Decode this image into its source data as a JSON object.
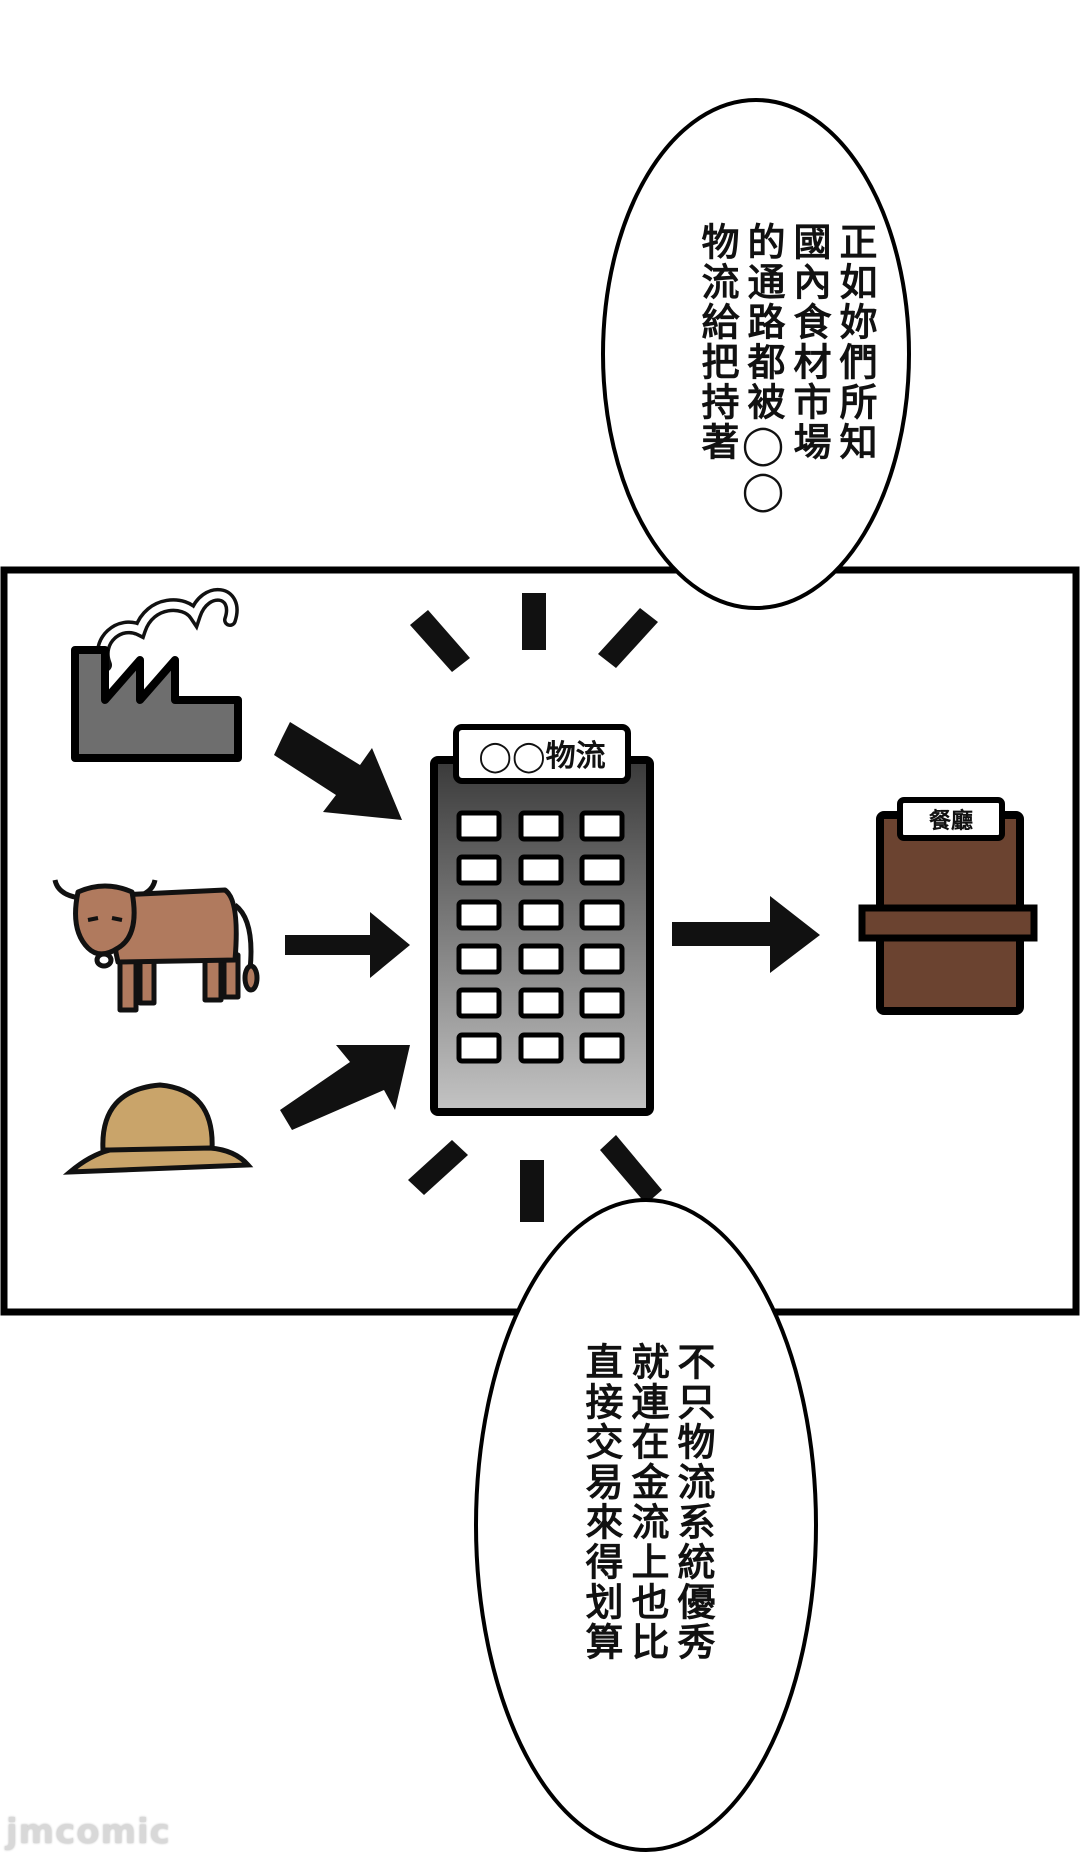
{
  "bubble_top": {
    "lines": [
      "正如妳們所知",
      "國內食材市場",
      "的通路都被◯◯",
      "物流給把持著"
    ]
  },
  "logistics_sign": "◯◯物流",
  "restaurant_sign": "餐廳",
  "bubble_bottom": {
    "lines": [
      "不只物流系統優秀",
      "就連在金流上也比",
      "直接交易來得划算"
    ]
  },
  "watermark": "jmcomic",
  "colors": {
    "factory": "#6e6e6e",
    "cow": "#b07a5e",
    "hat": "#c9a46a",
    "restaurant": "#6b4330",
    "building_top": "#3a3a3a",
    "building_bottom": "#bdbdbd"
  }
}
